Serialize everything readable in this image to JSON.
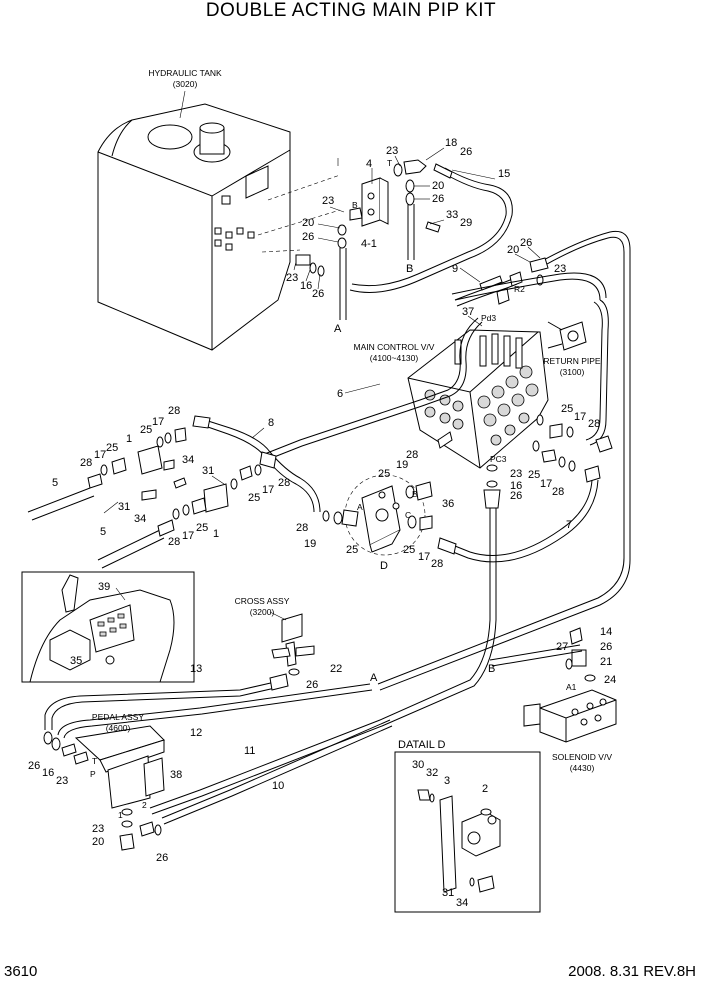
{
  "title": "DOUBLE ACTING MAIN PIP KIT",
  "page_number": "3610",
  "date_rev": "2008. 8.31  REV.8H",
  "notes": {
    "hydraulic_tank": [
      "HYDRAULIC TANK",
      "(3020)"
    ],
    "main_control": [
      "MAIN CONTROL V/V",
      "(4100~4130)"
    ],
    "return_pipe": [
      "RETURN PIPE",
      "(3100)"
    ],
    "cross_assy": [
      "CROSS ASSY",
      "(3200)"
    ],
    "pedal_assy": [
      "PEDAL ASSY",
      "(4600)"
    ],
    "solenoid": [
      "SOLENOID V/V",
      "(4430)"
    ],
    "detail_d": "DATAIL D",
    "port_t": "T",
    "port_b": "B",
    "port_r2": "R2",
    "port_pd3": "Pd3",
    "port_pc3": "PC3",
    "port_a_small": "A",
    "port_b_small": "B",
    "port_c_small": "C",
    "port_a1": "A1",
    "pedal_t": "T",
    "pedal_p": "P",
    "pedal_1": "1",
    "pedal_2": "2"
  },
  "callouts": [
    {
      "id": "c1",
      "text": "4"
    },
    {
      "id": "c2",
      "text": "23"
    },
    {
      "id": "c3",
      "text": "18"
    },
    {
      "id": "c4",
      "text": "26"
    },
    {
      "id": "c5",
      "text": "20"
    },
    {
      "id": "c6",
      "text": "26"
    },
    {
      "id": "c7",
      "text": "15"
    },
    {
      "id": "c8",
      "text": "23"
    },
    {
      "id": "c9",
      "text": "20"
    },
    {
      "id": "c10",
      "text": "26"
    },
    {
      "id": "c11",
      "text": "33"
    },
    {
      "id": "c12",
      "text": "29"
    },
    {
      "id": "c13",
      "text": "4-1"
    },
    {
      "id": "c14",
      "text": "B"
    },
    {
      "id": "c15",
      "text": "23"
    },
    {
      "id": "c16",
      "text": "16"
    },
    {
      "id": "c17",
      "text": "26"
    },
    {
      "id": "c18",
      "text": "A"
    },
    {
      "id": "c19",
      "text": "9"
    },
    {
      "id": "c20",
      "text": "20"
    },
    {
      "id": "c21",
      "text": "26"
    },
    {
      "id": "c22",
      "text": "23"
    },
    {
      "id": "c23",
      "text": "37"
    },
    {
      "id": "c24",
      "text": "6"
    },
    {
      "id": "c25",
      "text": "28"
    },
    {
      "id": "c26",
      "text": "17"
    },
    {
      "id": "c27",
      "text": "25"
    },
    {
      "id": "c28",
      "text": "8"
    },
    {
      "id": "c29",
      "text": "28"
    },
    {
      "id": "c30",
      "text": "17"
    },
    {
      "id": "c31",
      "text": "25"
    },
    {
      "id": "c32",
      "text": "1"
    },
    {
      "id": "c33",
      "text": "34"
    },
    {
      "id": "c34",
      "text": "31"
    },
    {
      "id": "c35",
      "text": "5"
    },
    {
      "id": "c36",
      "text": "31"
    },
    {
      "id": "c37",
      "text": "34"
    },
    {
      "id": "c38",
      "text": "25"
    },
    {
      "id": "c39",
      "text": "17"
    },
    {
      "id": "c40",
      "text": "28"
    },
    {
      "id": "c41",
      "text": "1"
    },
    {
      "id": "c42",
      "text": "5"
    },
    {
      "id": "c43",
      "text": "17"
    },
    {
      "id": "c44",
      "text": "25"
    },
    {
      "id": "c45",
      "text": "28"
    },
    {
      "id": "c46",
      "text": "28"
    },
    {
      "id": "c47",
      "text": "19"
    },
    {
      "id": "c48",
      "text": "25"
    },
    {
      "id": "c49",
      "text": "28"
    },
    {
      "id": "c50",
      "text": "19"
    },
    {
      "id": "c51",
      "text": "25"
    },
    {
      "id": "c52",
      "text": "D"
    },
    {
      "id": "c53",
      "text": "25"
    },
    {
      "id": "c54",
      "text": "17"
    },
    {
      "id": "c55",
      "text": "28"
    },
    {
      "id": "c56",
      "text": "23"
    },
    {
      "id": "c57",
      "text": "16"
    },
    {
      "id": "c58",
      "text": "26"
    },
    {
      "id": "c59",
      "text": "36"
    },
    {
      "id": "c60",
      "text": "25"
    },
    {
      "id": "c61",
      "text": "17"
    },
    {
      "id": "c62",
      "text": "28"
    },
    {
      "id": "c63",
      "text": "25"
    },
    {
      "id": "c64",
      "text": "17"
    },
    {
      "id": "c65",
      "text": "28"
    },
    {
      "id": "c66",
      "text": "7"
    },
    {
      "id": "c67",
      "text": "39"
    },
    {
      "id": "c68",
      "text": "35"
    },
    {
      "id": "c69",
      "text": "22"
    },
    {
      "id": "c70",
      "text": "26"
    },
    {
      "id": "c71",
      "text": "13"
    },
    {
      "id": "c72",
      "text": "12"
    },
    {
      "id": "c73",
      "text": "A"
    },
    {
      "id": "c74",
      "text": "14"
    },
    {
      "id": "c75",
      "text": "26"
    },
    {
      "id": "c76",
      "text": "27"
    },
    {
      "id": "c77",
      "text": "21"
    },
    {
      "id": "c78",
      "text": "B"
    },
    {
      "id": "c79",
      "text": "24"
    },
    {
      "id": "c80",
      "text": "11"
    },
    {
      "id": "c81",
      "text": "10"
    },
    {
      "id": "c82",
      "text": "26"
    },
    {
      "id": "c83",
      "text": "16"
    },
    {
      "id": "c84",
      "text": "23"
    },
    {
      "id": "c85",
      "text": "38"
    },
    {
      "id": "c86",
      "text": "23"
    },
    {
      "id": "c87",
      "text": "20"
    },
    {
      "id": "c88",
      "text": "26"
    },
    {
      "id": "c89",
      "text": "30"
    },
    {
      "id": "c90",
      "text": "32"
    },
    {
      "id": "c91",
      "text": "3"
    },
    {
      "id": "c92",
      "text": "2"
    },
    {
      "id": "c93",
      "text": "31"
    },
    {
      "id": "c94",
      "text": "34"
    }
  ]
}
